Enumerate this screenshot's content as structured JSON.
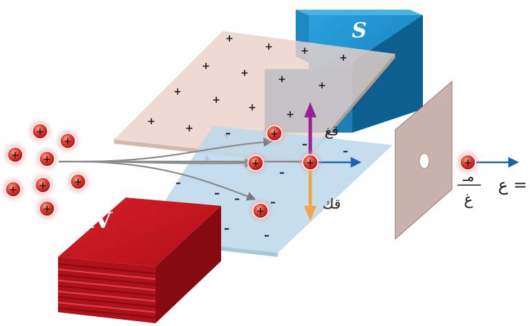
{
  "magnet_north_label": "N",
  "magnet_south_label": "S",
  "positive_sign": "+",
  "negative_sign": "–",
  "magnetic_force_label": "قغ",
  "electric_force_label": "قك",
  "formula": {
    "lhs": "ع =",
    "numerator": "مـ",
    "denominator": "غ"
  },
  "colors": {
    "north_magnet": "#c9121b",
    "south_magnet": "#1a8fcc",
    "positive_plate": "#ead2c8",
    "negative_plate": "#bcd9ea",
    "screen": "#c9b3ad",
    "magnetic_force_arrow": "#9b1f8f",
    "electric_force_arrow": "#f2a44a",
    "velocity_arrow": "#1f5fb0",
    "particle": "#e0342b"
  }
}
